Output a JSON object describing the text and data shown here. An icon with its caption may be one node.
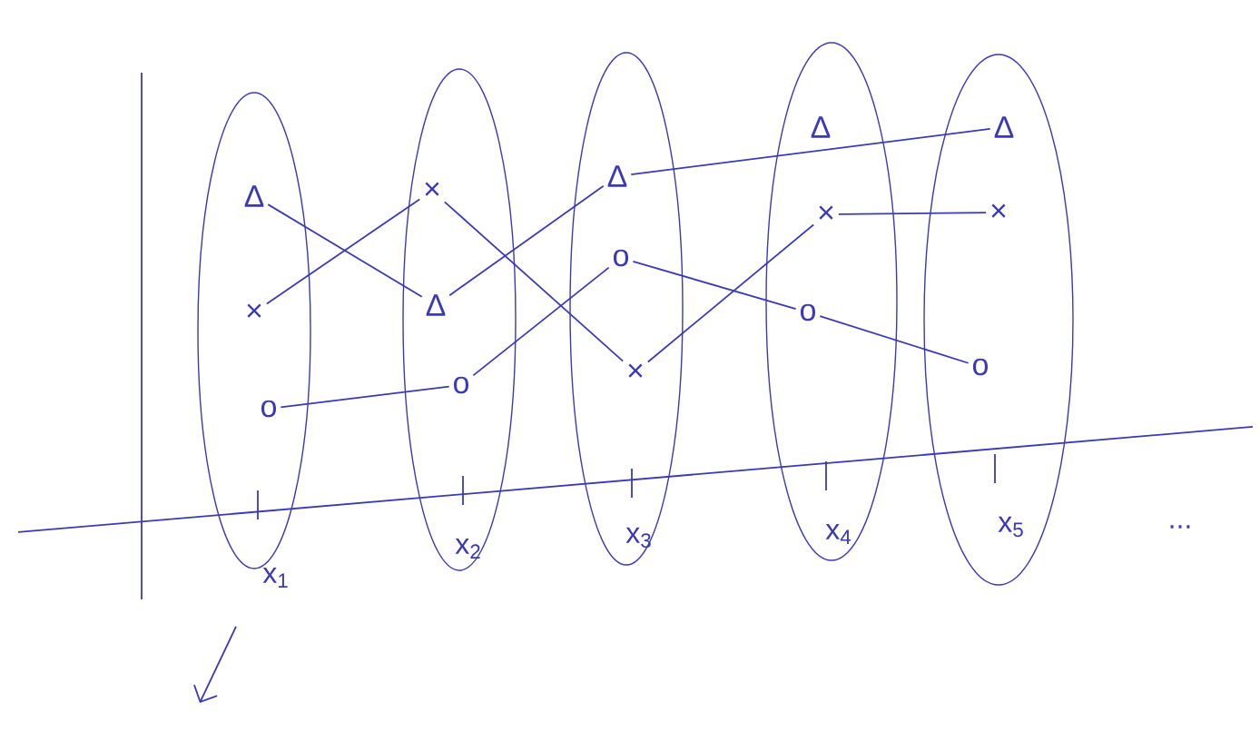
{
  "diagram": {
    "nodes": [
      {
        "text": [],
        "shape": "ellipse"
      },
      {
        "text": [
          "Δ"
        ],
        "in": 0
      },
      {
        "text": [
          "×"
        ],
        "in": 0
      },
      {
        "text": [
          "o"
        ],
        "in": 0
      },
      {
        "text": [],
        "shape": "ellipse"
      },
      {
        "text": [
          "×"
        ],
        "in": 4
      },
      {
        "text": [
          "Δ"
        ],
        "in": 4
      },
      {
        "text": [
          "o"
        ],
        "in": 4
      },
      {
        "text": [],
        "shape": "ellipse"
      },
      {
        "text": [
          "Δ"
        ],
        "in": 8
      },
      {
        "text": [
          "o"
        ],
        "in": 8
      },
      {
        "text": [
          "×"
        ],
        "in": 8
      },
      {
        "text": [],
        "shape": "ellipse"
      },
      {
        "text": [
          "Δ"
        ],
        "in": 12
      },
      {
        "text": [
          "×"
        ],
        "in": 12
      },
      {
        "text": [
          "o"
        ],
        "in": 12
      },
      {
        "text": [],
        "shape": "ellipse"
      },
      {
        "text": [
          "Δ"
        ],
        "in": 16
      },
      {
        "text": [
          "×"
        ],
        "in": 16
      },
      {
        "text": [
          "o"
        ],
        "in": 16
      }
    ],
    "edges": [
      {
        "from": 1,
        "to": 6,
        "arrow": "none"
      },
      {
        "from": 2,
        "to": 5,
        "arrow": "none"
      },
      {
        "from": 3,
        "to": 7,
        "arrow": "none"
      },
      {
        "from": 5,
        "to": 11,
        "arrow": "none"
      },
      {
        "from": 6,
        "to": 9,
        "arrow": "none"
      },
      {
        "from": 7,
        "to": 10,
        "arrow": "none"
      },
      {
        "from": 9,
        "to": 17,
        "arrow": "none"
      },
      {
        "from": 11,
        "to": 14,
        "arrow": "none"
      },
      {
        "from": 14,
        "to": 18,
        "arrow": "none"
      },
      {
        "from": 10,
        "to": 15,
        "arrow": "none"
      },
      {
        "from": 15,
        "to": 19,
        "arrow": "none"
      }
    ],
    "labels": [
      "x$_{1}$",
      "x$_{2}$",
      "x$_{3}$",
      "x$_{4}$",
      "x$_{5}$",
      "..."
    ]
  }
}
